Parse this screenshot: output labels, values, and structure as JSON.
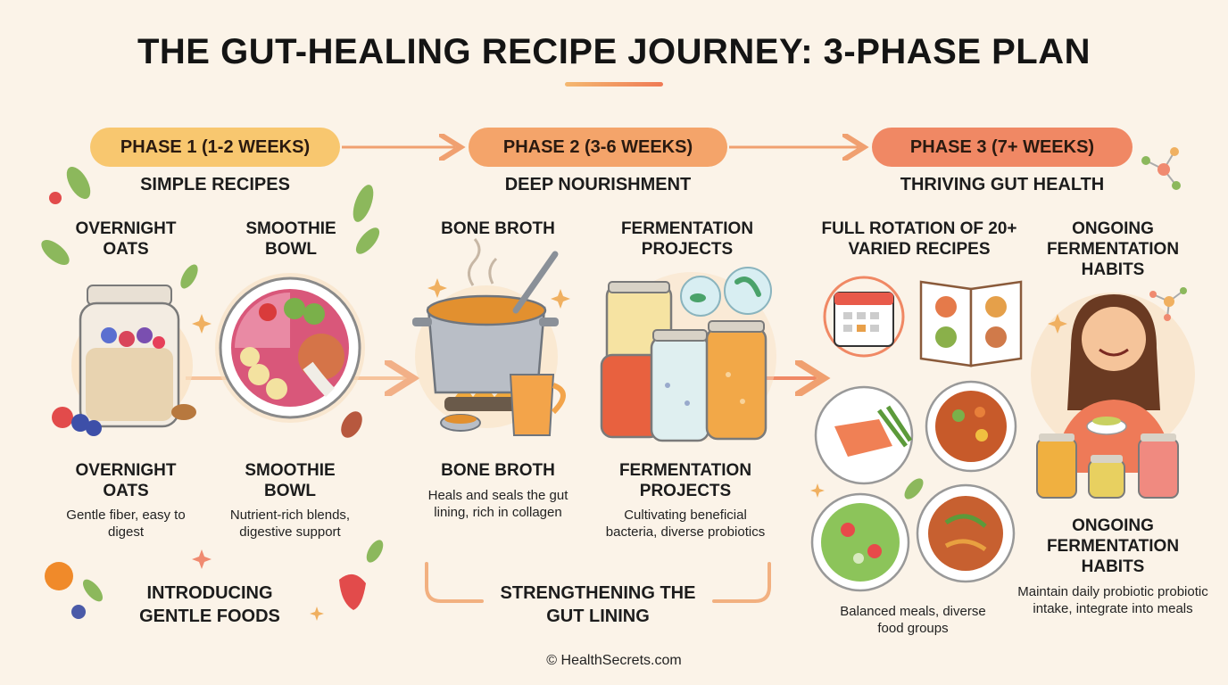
{
  "title": "THE GUT-HEALING RECIPE JOURNEY: 3-PHASE PLAN",
  "phases": [
    {
      "label": "PHASE 1 (1-2 WEEKS)",
      "subtitle": "SIMPLE RECIPES",
      "items": [
        {
          "top": "OVERNIGHT OATS",
          "name": "OVERNIGHT OATS",
          "desc": "Gentle fiber, easy to digest"
        },
        {
          "top": "SMOOTHIE BOWL",
          "name": "SMOOTHIE BOWL",
          "desc": "Nutrient-rich blends, digestive support"
        }
      ],
      "theme": "INTRODUCING GENTLE FOODS"
    },
    {
      "label": "PHASE 2 (3-6 WEEKS)",
      "subtitle": "DEEP NOURISHMENT",
      "items": [
        {
          "top": "BONE BROTH",
          "name": "BONE BROTH",
          "desc": "Heals and seals the gut lining, rich in collagen"
        },
        {
          "top": "FERMENTATION PROJECTS",
          "name": "FERMENTATION PROJECTS",
          "desc": "Cultivating beneficial bacteria, diverse probiotics"
        }
      ],
      "theme": "STRENGTHENING THE GUT LINING"
    },
    {
      "label": "PHASE 3 (7+ WEEKS)",
      "subtitle": "THRIVING GUT HEALTH",
      "items": [
        {
          "top": "FULL ROTATION OF 20+ VARIED RECIPES",
          "desc": "Balanced meals, diverse food groups"
        },
        {
          "top": "ONGOING FERMENTATION HABITS",
          "name": "ONGOING FERMENTATION HABITS",
          "desc": "Maintain daily probiotic probiotic intake, integrate into meals"
        }
      ]
    }
  ],
  "footer": "© HealthSecrets.com",
  "colors": {
    "background": "#fbf3e8",
    "phase1": "#f8c76f",
    "phase2": "#f4a46a",
    "phase3": "#f08864",
    "arrow": "#f0a070"
  },
  "icons": [
    "leaf-icon",
    "sparkle-icon",
    "molecule-icon",
    "bacteria-icon",
    "calendar-icon",
    "recipe-book-icon"
  ]
}
